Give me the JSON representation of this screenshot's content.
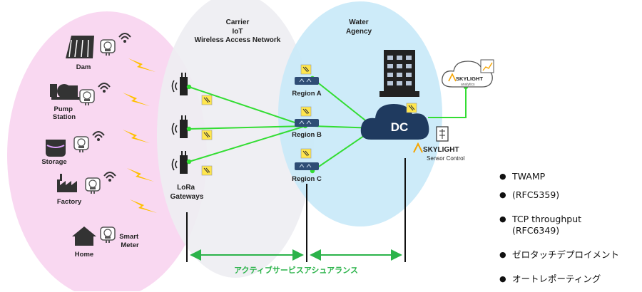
{
  "zones": {
    "carrier": [
      "Carrier",
      "IoT",
      "Wireless Access Network"
    ],
    "water": [
      "Water",
      "Agency"
    ]
  },
  "sites": {
    "dam": "Dam",
    "pump": [
      "Pump",
      "Station"
    ],
    "storage": "Storage",
    "factory": "Factory",
    "home": "Home",
    "meter": [
      "Smart",
      "Meter"
    ]
  },
  "gateways": [
    "LoRa",
    "Gateways"
  ],
  "regions": {
    "a": "Region A",
    "b": "Region B",
    "c": "Region C"
  },
  "dc": "DC",
  "brand": {
    "name": "SKYLIGHT",
    "analytics_sub": "analytics",
    "sensor_control": "Sensor Control"
  },
  "assurance_label": "アクティブサービスアシュアランス",
  "bullets": [
    "TWAMP",
    "(RFC5359)",
    "TCP throughput\n(RFC6349)",
    "ゼロタッチデプロイメント",
    "オートレポーティング"
  ],
  "colors": {
    "pink_zone": "#f9d8f1",
    "grey_zone": "#eeeef2",
    "blue_zone": "#c9e9f8",
    "link_green": "#33dd33",
    "lightning": "#ffc000",
    "dc_cloud": "#1f3a5f"
  }
}
